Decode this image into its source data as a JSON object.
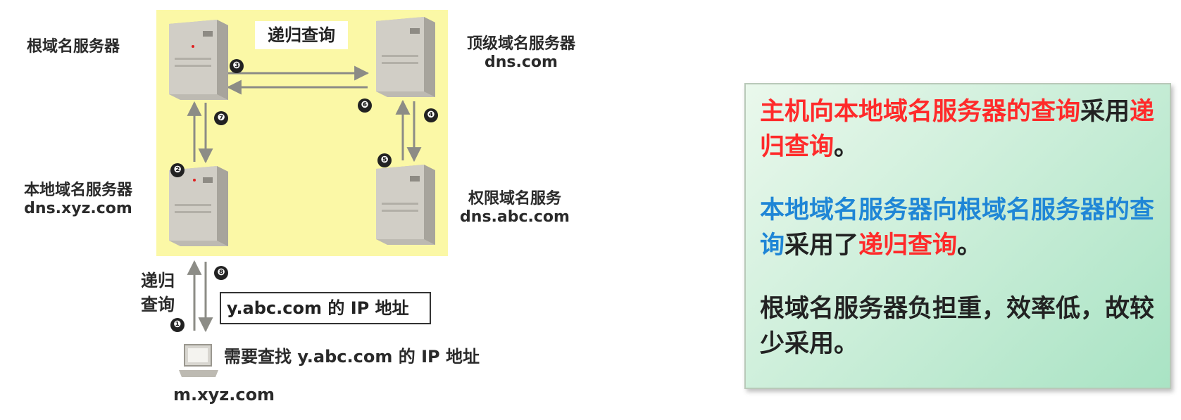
{
  "diagram": {
    "title": "递归查询",
    "root_server": {
      "name": "根域名服务器"
    },
    "tld_server": {
      "name": "顶级域名服务器",
      "domain": "dns.com"
    },
    "local_server": {
      "name": "本地域名服务器",
      "domain": "dns.xyz.com"
    },
    "auth_server": {
      "name": "权限域名服务",
      "domain": "dns.abc.com"
    },
    "host": {
      "name": "m.xyz.com",
      "need": "需要查找 y.abc.com 的 IP 地址"
    },
    "query_label_line1": "递归",
    "query_label_line2": "查询",
    "answer_box": "y.abc.com 的 IP 地址",
    "steps": [
      "❶",
      "❷",
      "❸",
      "❹",
      "❺",
      "❻",
      "❼",
      "❽"
    ]
  },
  "note": {
    "para1": {
      "part1": "主机向本地域名服务器的查询",
      "part2": "采用",
      "part3": "递归查询",
      "part4": "。"
    },
    "para2": {
      "part1": "本地域名服务器向根域名服务器的查询",
      "part2": "采用了",
      "part3": "递归查询",
      "part4": "。"
    },
    "para3": {
      "text": "根域名服务器负担重，效率低，故较少采用。"
    }
  },
  "colors": {
    "highlight_red": "#ff2a2a",
    "highlight_blue": "#1f86d6",
    "panel_bg": "#fbf8a6",
    "note_bg": "#a9e3c4"
  }
}
